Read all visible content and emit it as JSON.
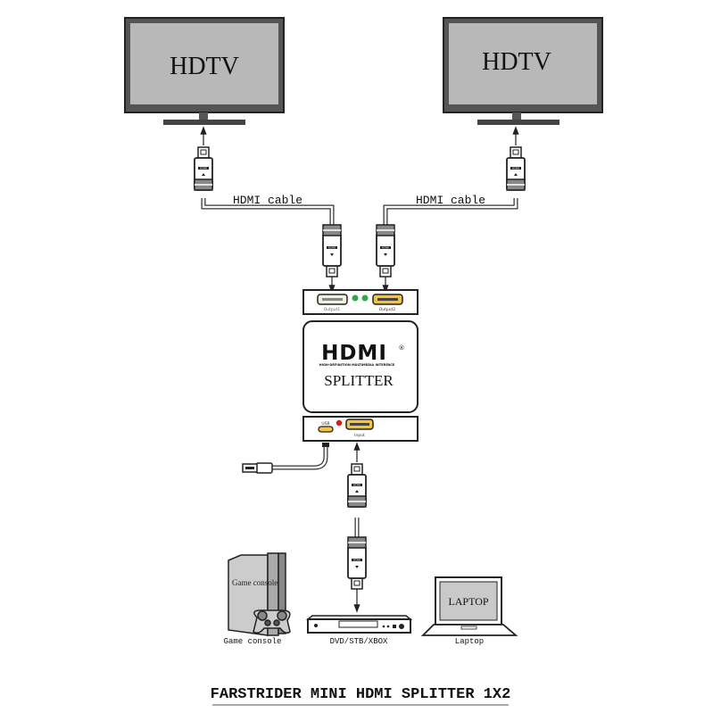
{
  "tvs": [
    {
      "label": "HDTV"
    },
    {
      "label": "HDTV"
    }
  ],
  "cables": [
    {
      "label": "HDMI cable"
    },
    {
      "label": "HDMI cable"
    }
  ],
  "splitter": {
    "output1_label": "Output1",
    "output2_label": "Output2",
    "logo": "HDMI",
    "logo_mark": "®",
    "logo_subtitle": "HIGH-DEFINITION MULTIMEDIA INTERFACE",
    "name": "SPLITTER",
    "usb_label": "USB",
    "input_label": "Input",
    "output_led_color": "#2fa84a",
    "power_led_color": "#d0201c",
    "port_color": "#f2c53d"
  },
  "plug_label": "HDMI",
  "sources": {
    "game_console_screen": "Game console",
    "game_console_label": "Game console",
    "dvd_label": "DVD/STB/XBOX",
    "laptop_screen": "LAPTOP",
    "laptop_label": "Laptop"
  },
  "title": "FARSTRIDER MINI HDMI SPLITTER 1X2"
}
